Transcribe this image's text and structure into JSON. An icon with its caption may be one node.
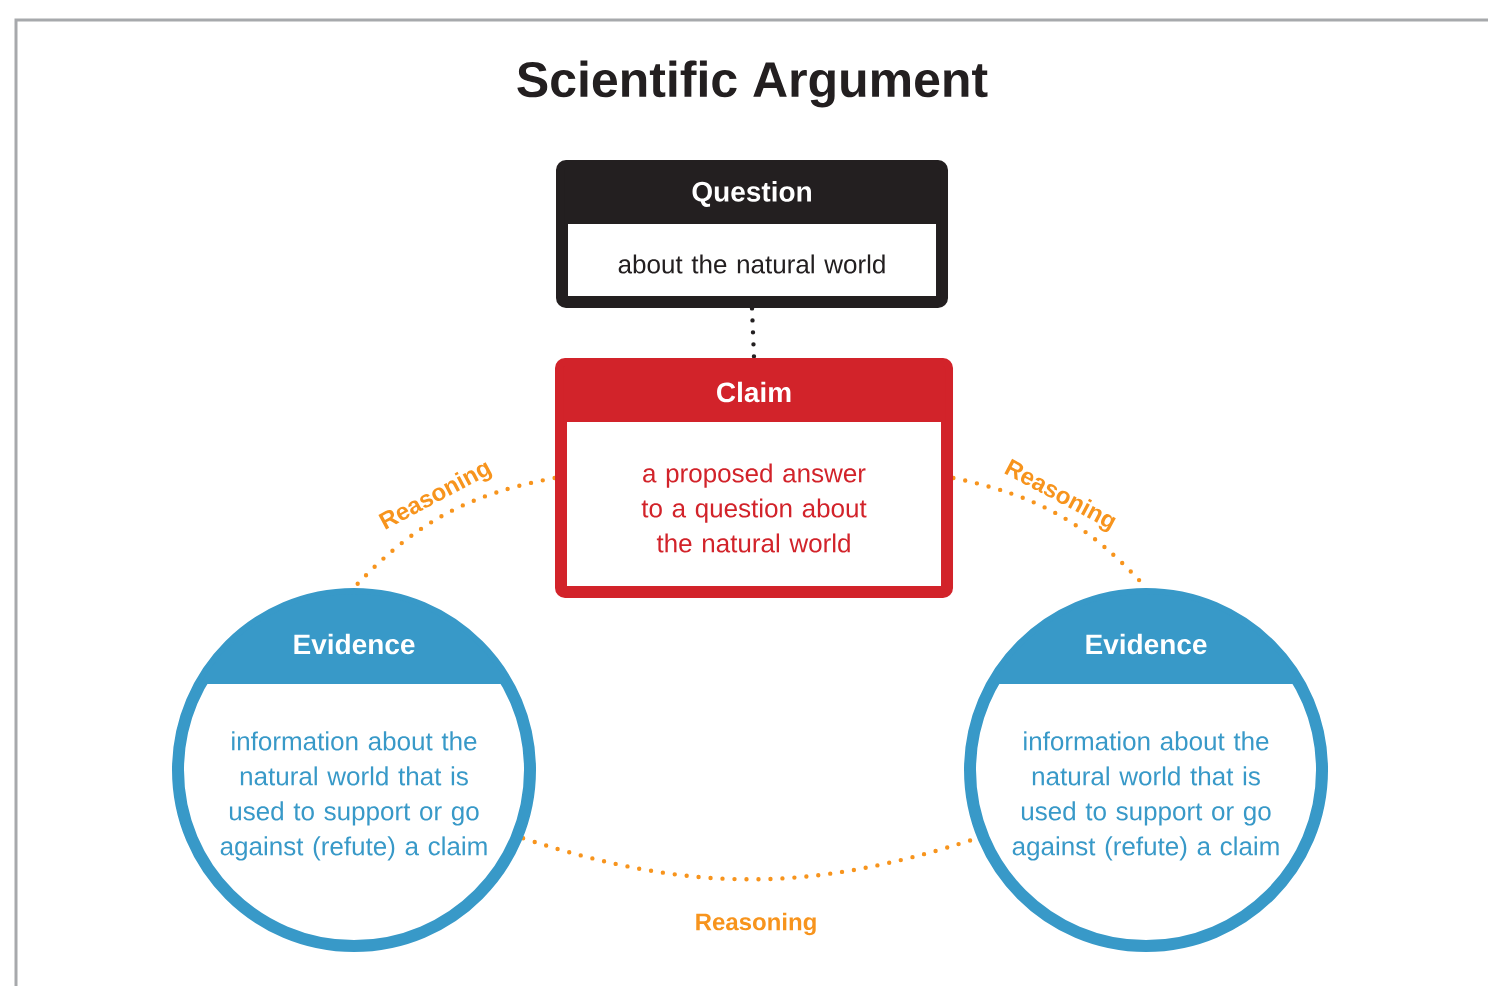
{
  "diagram": {
    "title": "Scientific Argument",
    "nodes": [
      {
        "text": [
          "Question",
          "about the natural world"
        ]
      },
      {
        "text": [
          "Claim",
          "a proposed answer to a question about the natural world"
        ]
      },
      {
        "text": [
          "Evidence",
          "information about the natural world that is used to support or go against (refute) a claim"
        ]
      },
      {
        "text": [
          "Evidence",
          "information about the natural world that is used to support or go against (refute) a claim"
        ]
      }
    ],
    "edges": [
      {
        "from": 0,
        "to": 1,
        "arrow": "none",
        "color": "#231f20"
      },
      {
        "from": 1,
        "to": 2,
        "arrow": "none",
        "label": "Reasoning"
      },
      {
        "from": 1,
        "to": 3,
        "arrow": "none",
        "label": "Reasoning"
      },
      {
        "from": 2,
        "to": 3,
        "arrow": "none",
        "label": "Reasoning"
      }
    ]
  }
}
